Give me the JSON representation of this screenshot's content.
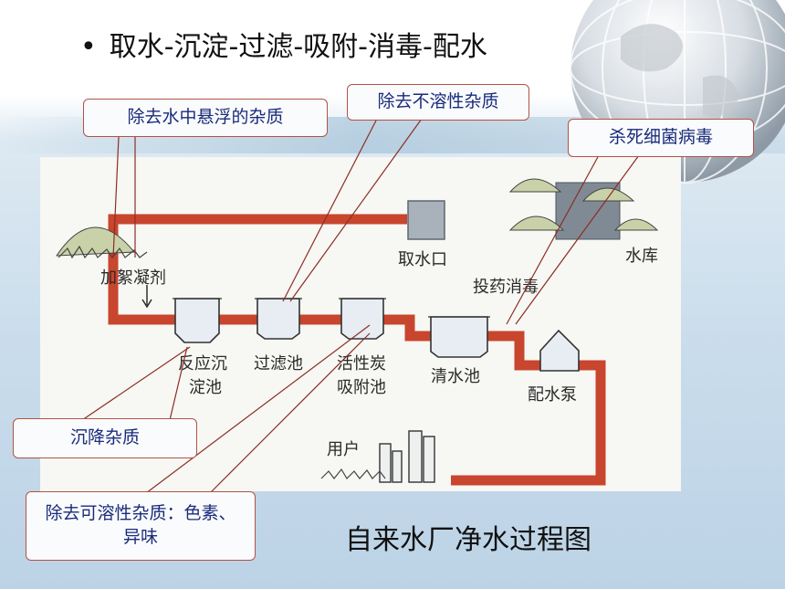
{
  "title": "取水-沉淀-过滤-吸附-消毒-配水",
  "caption": "自来水厂净水过程图",
  "callouts": {
    "suspended": "除去水中悬浮的杂质",
    "insoluble": "除去不溶性杂质",
    "kill": "杀死细菌病毒",
    "settle": "沉降杂质",
    "soluble": "除去可溶性杂质：色素、异味"
  },
  "diagram": {
    "intake": "取水口",
    "reservoir": "水库",
    "flocculant": "加絮凝剂",
    "disinfect": "投药消毒",
    "reaction_tank": "反应沉淀池",
    "filter_tank": "过滤池",
    "carbon_tank": "活性炭吸附池",
    "clear_tank": "清水池",
    "pump": "配水泵",
    "user": "用户"
  },
  "colors": {
    "pipe": "#c8452e",
    "callout_border": "#b35245",
    "callout_text": "#1a2b7a"
  }
}
